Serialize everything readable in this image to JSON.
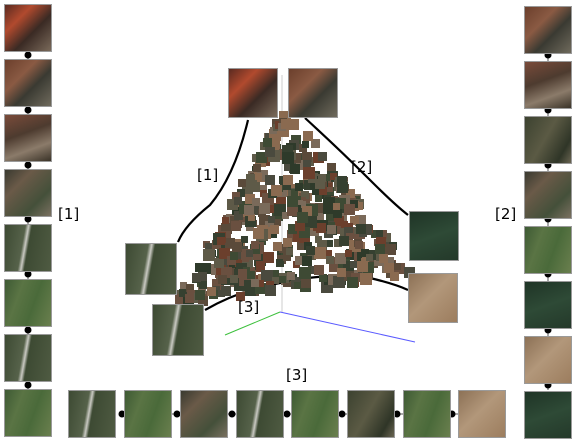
{
  "labels": {
    "left_bracket": "[1]",
    "right_bracket": "[2]",
    "bottom_bracket": "[3]",
    "curve1": "[1]",
    "curve2": "[2]",
    "curve3": "[3]"
  },
  "left_column": {
    "count": 8
  },
  "right_column": {
    "count": 8
  },
  "bottom_row": {
    "count": 8
  },
  "colors": {
    "axis_green": "#3cc03c",
    "axis_blue": "#5a5aff",
    "curve": "#000000",
    "connector_dot": "#000000"
  }
}
